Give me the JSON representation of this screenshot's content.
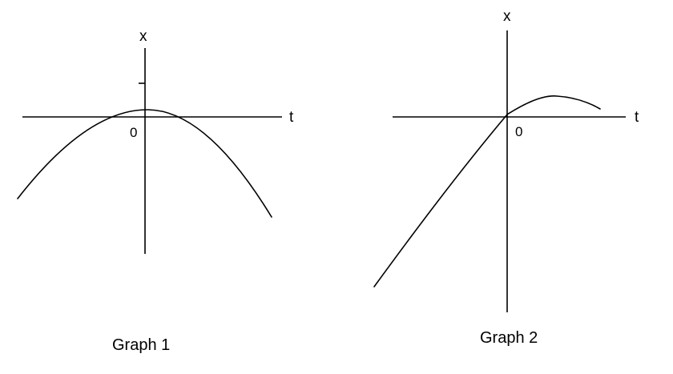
{
  "graphs": [
    {
      "caption": "Graph 1",
      "vertical_axis_label": "x",
      "horizontal_axis_label": "t",
      "origin_label": "0",
      "curve_shape": "downward-opening parabola with its peak just above the t-axis at t = 0, crossing the t-axis on both sides of the origin"
    },
    {
      "caption": "Graph 2",
      "vertical_axis_label": "x",
      "horizontal_axis_label": "t",
      "origin_label": "0",
      "curve_shape": "concave-down curve passing through the origin, rising from far below at negative t, peaking above the t-axis at positive t and beginning to fall"
    }
  ],
  "colors": {
    "ink": "#000000",
    "background": "#ffffff"
  }
}
